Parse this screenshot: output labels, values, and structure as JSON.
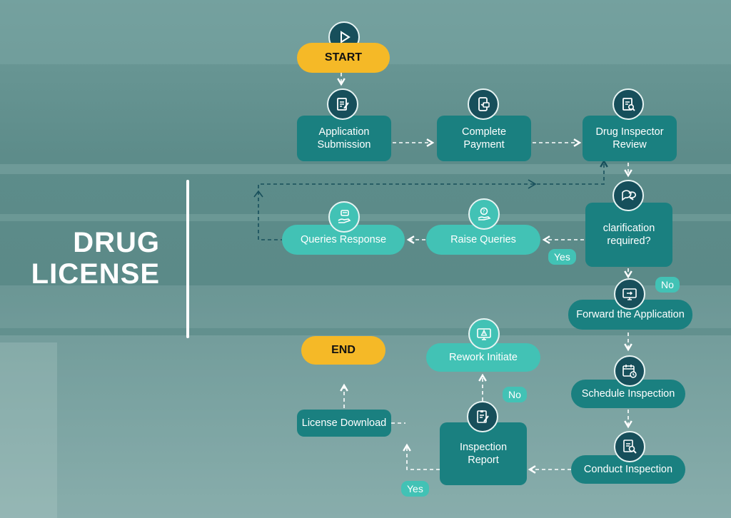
{
  "title": {
    "line1": "DRUG",
    "line2": "LICENSE"
  },
  "colors": {
    "dark_box": "#1a8080",
    "light_box": "#42c2b5",
    "pill": "#f5b927",
    "icon": "#174f5b"
  },
  "nodes": {
    "start": "START",
    "application_submission": "Application Submission",
    "complete_payment": "Complete Payment",
    "drug_inspector_review": "Drug Inspector Review",
    "clarification_required": "clarification required?",
    "raise_queries": "Raise Queries",
    "queries_response": "Queries Response",
    "forward_application": "Forward the Application",
    "schedule_inspection": "Schedule Inspection",
    "conduct_inspection": "Conduct Inspection",
    "inspection_report": "Inspection Report",
    "rework_initiate": "Rework Initiate",
    "license_download": "License Download",
    "end": "END"
  },
  "labels": {
    "yes_queries": "Yes",
    "no_forward": "No",
    "no_rework": "No",
    "yes_license": "Yes"
  }
}
